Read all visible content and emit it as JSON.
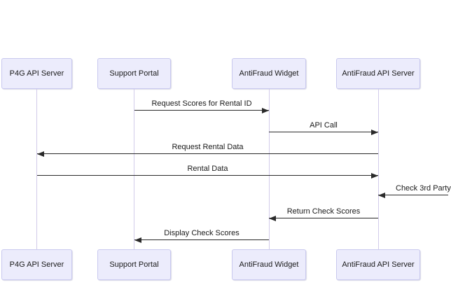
{
  "diagram": {
    "type": "sequence-diagram",
    "participants": [
      {
        "label": "P4G API Server"
      },
      {
        "label": "Support Portal"
      },
      {
        "label": "AntiFraud Widget"
      },
      {
        "label": "AntiFraud API Server"
      }
    ],
    "messages": [
      {
        "label": "Request Scores for Rental ID",
        "from": "Support Portal",
        "to": "AntiFraud Widget",
        "direction": "right"
      },
      {
        "label": "API Call",
        "from": "AntiFraud Widget",
        "to": "AntiFraud API Server",
        "direction": "right"
      },
      {
        "label": "Request Rental Data",
        "from": "AntiFraud API Server",
        "to": "P4G API Server",
        "direction": "left"
      },
      {
        "label": "Rental Data",
        "from": "P4G API Server",
        "to": "AntiFraud API Server",
        "direction": "right"
      },
      {
        "label": "Check 3rd Party",
        "from": "offscreen-right",
        "to": "AntiFraud API Server",
        "direction": "left",
        "truncated_at_right_edge": true
      },
      {
        "label": "Return Check Scores",
        "from": "AntiFraud API Server",
        "to": "AntiFraud Widget",
        "direction": "left"
      },
      {
        "label": "Display Check Scores",
        "from": "AntiFraud Widget",
        "to": "Support Portal",
        "direction": "left"
      }
    ],
    "colors": {
      "background": "#ffffff",
      "participant_fill": "#ececfc",
      "participant_border": "#c9c9ef",
      "lifeline": "#d2cbea",
      "arrow": "#2a2a2a",
      "text": "#1a1a1a"
    }
  }
}
